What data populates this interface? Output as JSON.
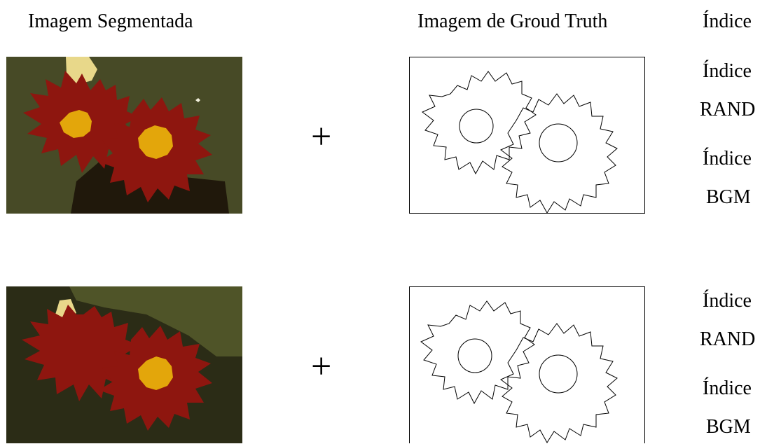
{
  "headers": {
    "segmented": "Imagem Segmentada",
    "ground_truth": "Imagem de Groud Truth",
    "index": "Índice"
  },
  "plus_symbol": "+",
  "rows": [
    {
      "index_labels": [
        {
          "line1": "Índice",
          "line2": "RAND"
        },
        {
          "line1": "Índice",
          "line2": "BGM"
        }
      ]
    },
    {
      "index_labels": [
        {
          "line1": "Índice",
          "line2": "RAND"
        },
        {
          "line1": "Índice",
          "line2": "BGM"
        }
      ]
    }
  ],
  "colors": {
    "background_olive": "#474a26",
    "background_dark": "#20180b",
    "petal_red": "#8e160f",
    "center_yellow": "#e3a60b",
    "bud_yellow": "#e8d88a",
    "bottom_dark": "#2b2c16",
    "leaf_olive": "#4f5428"
  }
}
